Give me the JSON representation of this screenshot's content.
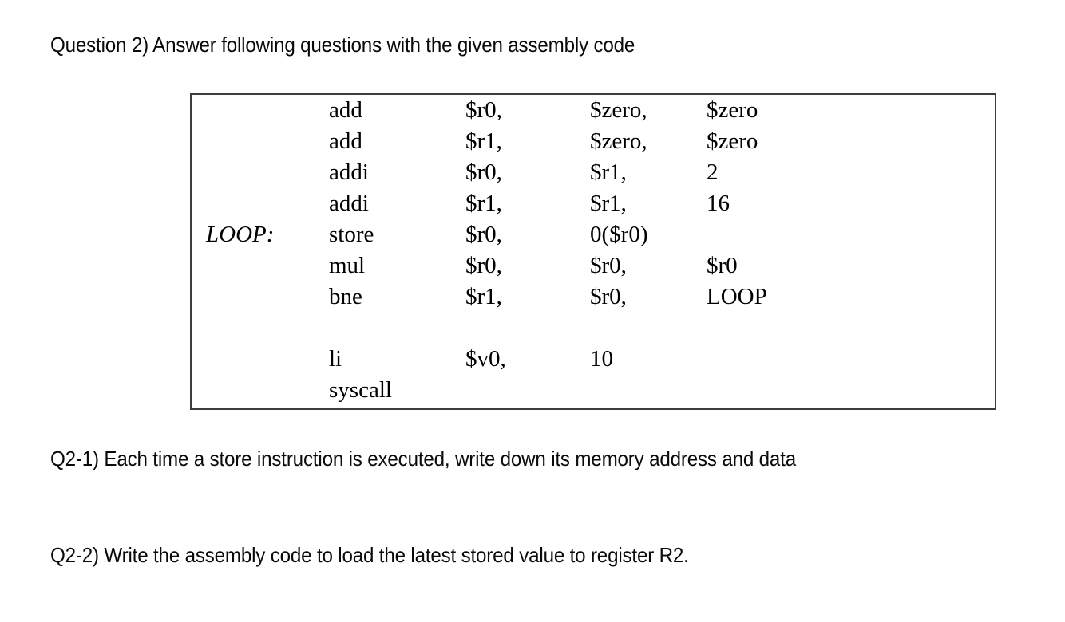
{
  "document": {
    "question_title": "Question 2) Answer following questions with the given assembly code",
    "sub_questions": [
      "Q2-1) Each time a store instruction is executed, write down its memory address and data",
      "Q2-2) Write the assembly code to load the latest stored value to register R2."
    ]
  },
  "code_block": {
    "border_color": "#3d3d3d",
    "rows": [
      {
        "label": "",
        "op": "add",
        "arg1": "$r0,",
        "arg2": "$zero,",
        "arg3": "$zero"
      },
      {
        "label": "",
        "op": "add",
        "arg1": "$r1,",
        "arg2": "$zero,",
        "arg3": "$zero"
      },
      {
        "label": "",
        "op": "addi",
        "arg1": "$r0,",
        "arg2": "$r1,",
        "arg3": "2"
      },
      {
        "label": "",
        "op": "addi",
        "arg1": "$r1,",
        "arg2": "$r1,",
        "arg3": "16"
      },
      {
        "label": "LOOP:",
        "op": "store",
        "arg1": "$r0,",
        "arg2": "0($r0)",
        "arg3": ""
      },
      {
        "label": "",
        "op": "mul",
        "arg1": "$r0,",
        "arg2": "$r0,",
        "arg3": "$r0"
      },
      {
        "label": "",
        "op": "bne",
        "arg1": "$r1,",
        "arg2": "$r0,",
        "arg3": "LOOP"
      },
      {
        "label": "",
        "op": "",
        "arg1": "",
        "arg2": "",
        "arg3": ""
      },
      {
        "label": "",
        "op": "li",
        "arg1": "$v0,",
        "arg2": "10",
        "arg3": ""
      },
      {
        "label": "",
        "op": "syscall",
        "arg1": "",
        "arg2": "",
        "arg3": ""
      }
    ]
  }
}
